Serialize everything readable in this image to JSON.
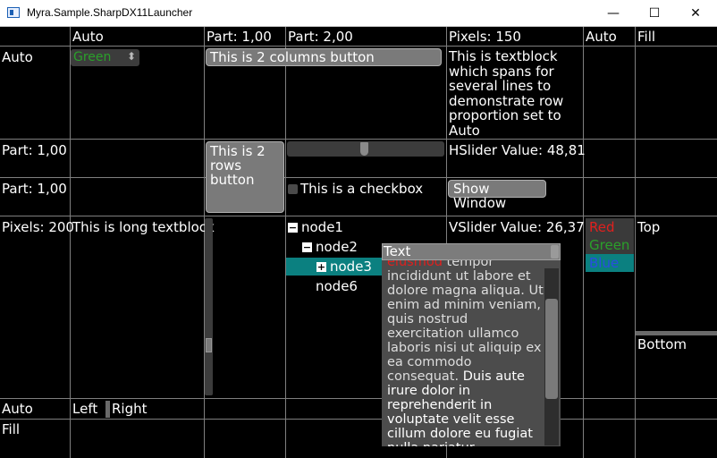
{
  "window": {
    "title": "Myra.Sample.SharpDX11Launcher",
    "minimize_glyph": "—",
    "maximize_glyph": "☐",
    "close_glyph": "✕"
  },
  "grid": {
    "column_headers": [
      "Auto",
      "Part: 1,00",
      "Part: 2,00",
      "Pixels: 150",
      "Auto",
      "Fill"
    ],
    "row_headers": [
      "Auto",
      "Part: 1,00",
      "Part: 1,00",
      "Pixels: 200",
      "Auto",
      "Fill"
    ]
  },
  "combo": {
    "selected": "Green",
    "arrow": "⬍",
    "color": "#2aa02a"
  },
  "buttons": {
    "two_columns": "This is 2 columns button",
    "two_rows": "This is 2 rows button",
    "show_window": "Show Window"
  },
  "textblock_autosize": "This is textblock which spans for several lines to demonstrate row proportion set to Auto",
  "hslider": {
    "label": "HSlider Value: 48,81",
    "value": 48.81
  },
  "checkbox": {
    "label": "This is a checkbox",
    "checked": false
  },
  "long_textblock": "This is long textblock",
  "vslider": {
    "label": "VSlider Value: 26,37",
    "value": 26.37
  },
  "tree": [
    {
      "label": "node1",
      "sign": "−"
    },
    {
      "label": "node2",
      "sign": "−"
    },
    {
      "label": "node3",
      "sign": "+"
    },
    {
      "label": "node6",
      "sign": ""
    }
  ],
  "color_list": [
    {
      "label": "Red",
      "color": "#e0201e"
    },
    {
      "label": "Green",
      "color": "#2aa02a"
    },
    {
      "label": "Blue",
      "color": "#2a4de0"
    }
  ],
  "splitter": {
    "top": "Top",
    "bottom": "Bottom"
  },
  "hsplit": {
    "left": "Left",
    "right": "Right"
  },
  "text_panel": {
    "header": "Text",
    "red_word": "eiusmod",
    "body_plain": " tempor incididunt ut labore et dolore magna aliqua. Ut enim ad minim veniam, quis nostrud exercitation ullamco laboris nisi ut aliquip ex ea commodo consequat. ",
    "body_white": "Duis aute irure dolor in reprehenderit in voluptate velit esse cillum dolore eu fugiat nulla pariatur. Excepteur"
  }
}
